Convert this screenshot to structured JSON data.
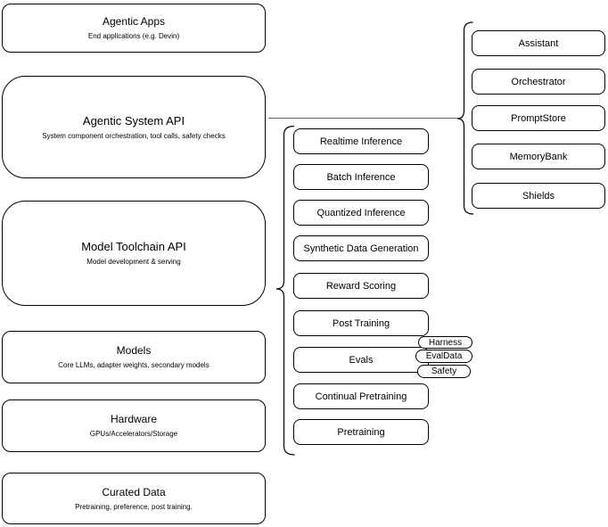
{
  "left_column": [
    {
      "title": "Agentic Apps",
      "subtitle": "End applications (e.g. Devin)"
    },
    {
      "title": "Agentic System API",
      "subtitle": "System component orchestration, tool calls, safety checks"
    },
    {
      "title": "Model Toolchain API",
      "subtitle": "Model development & serving"
    },
    {
      "title": "Models",
      "subtitle": "Core LLMs, adapter weights, secondary models"
    },
    {
      "title": "Hardware",
      "subtitle": "GPUs/Accelerators/Storage"
    },
    {
      "title": "Curated Data",
      "subtitle": "Pretraining, preference, post training."
    }
  ],
  "middle_column": [
    "Realtime Inference",
    "Batch Inference",
    "Quantized Inference",
    "Synthetic Data Generation",
    "Reward Scoring",
    "Post Training",
    "Evals",
    "Continual Pretraining",
    "Pretraining"
  ],
  "evals_tags": [
    "Harness",
    "EvalData",
    "Safety"
  ],
  "right_column": [
    "Assistant",
    "Orchestrator",
    "PromptStore",
    "MemoryBank",
    "Shields"
  ],
  "colors": {
    "border": "#000000",
    "background": "#ffffff",
    "text": "#000000"
  }
}
